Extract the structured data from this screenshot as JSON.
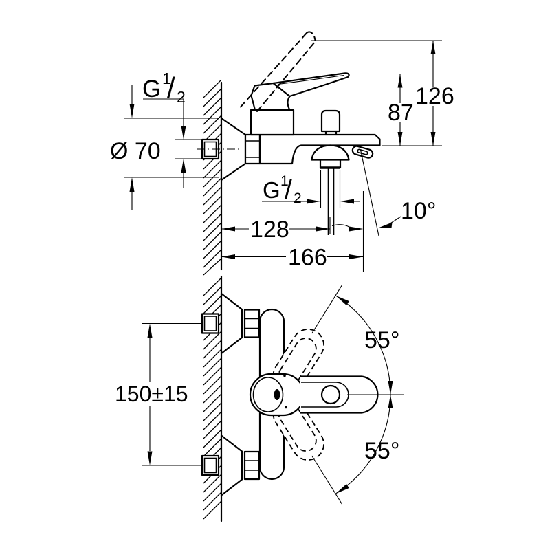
{
  "page": {
    "background": "#ffffff",
    "ink": "#000000"
  },
  "side_view": {
    "wall_thread_label": {
      "g": "G",
      "sup": "1",
      "slash": "/",
      "sub": "2"
    },
    "spout_thread_label": {
      "g": "G",
      "sup": "1",
      "slash": "/",
      "sub": "2"
    },
    "escutcheon_diameter": "Ø 70",
    "lever_height": "87",
    "raised_lever_height": "126",
    "shower_outlet_depth": "128",
    "total_depth": "166",
    "spray_angle": "10°"
  },
  "front_view": {
    "inlet_spacing": "150±15",
    "swing_up_angle": "55°",
    "swing_down_angle": "55°"
  }
}
